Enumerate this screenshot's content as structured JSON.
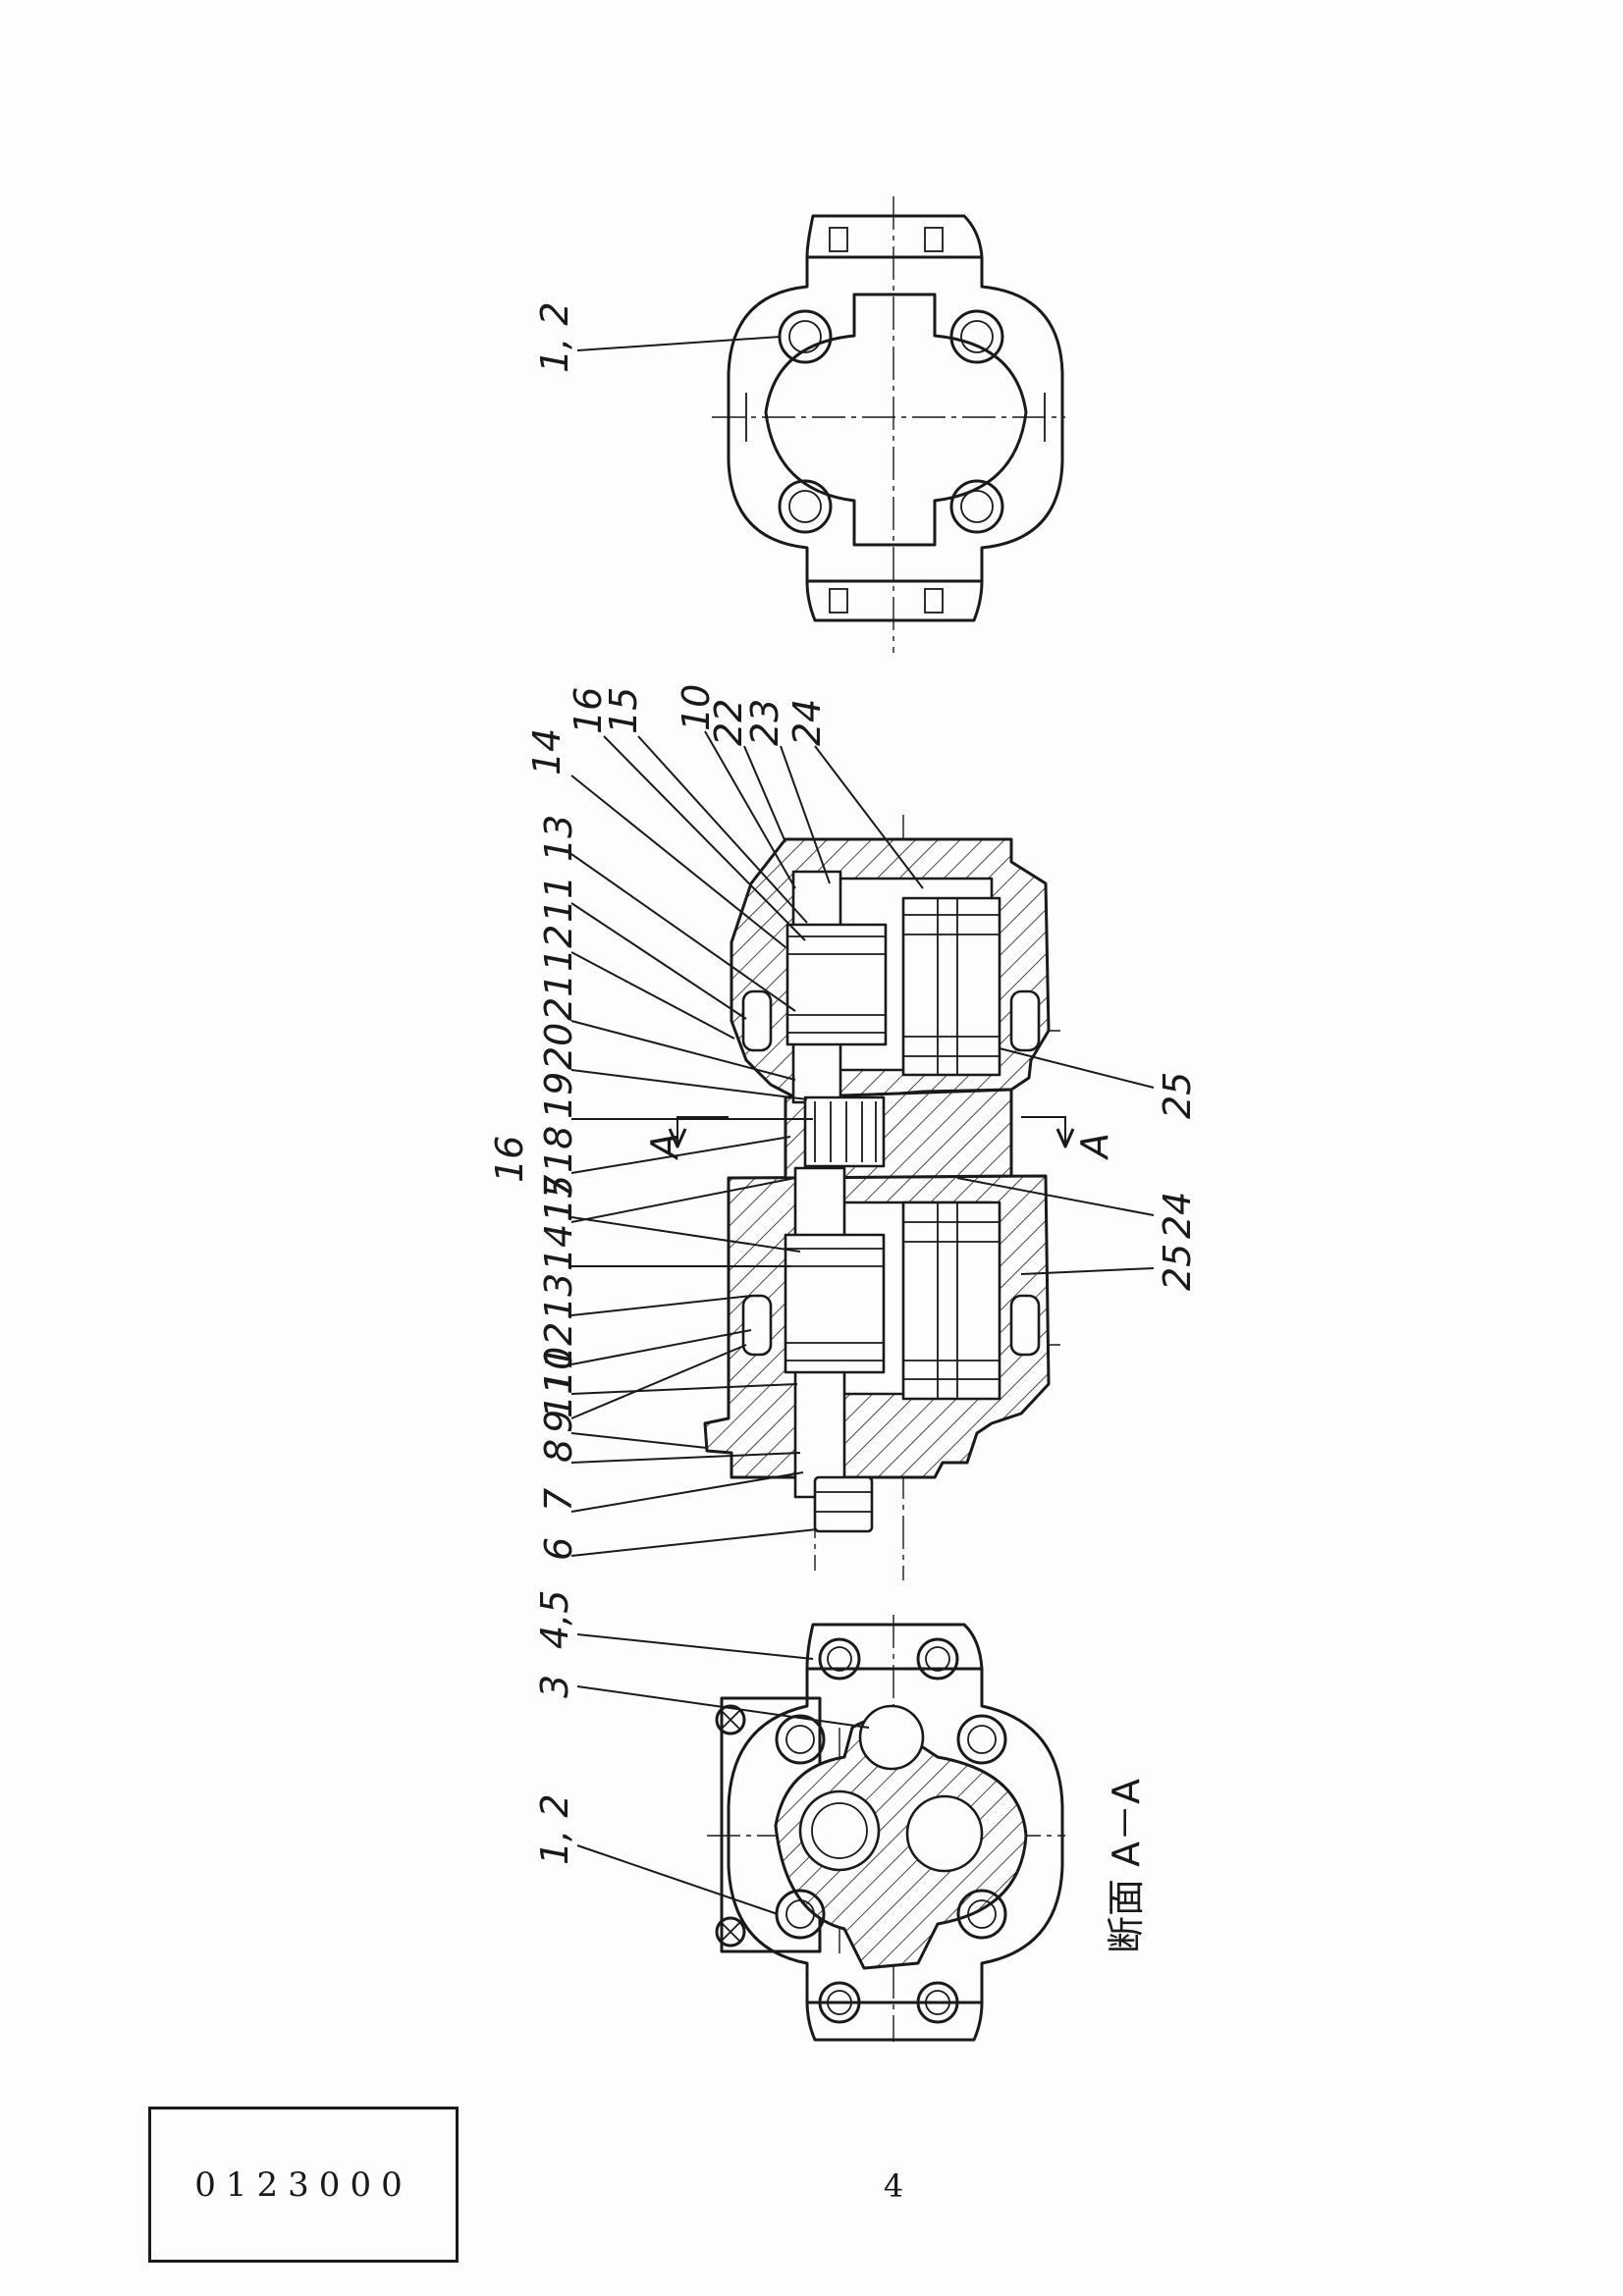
{
  "drawing": {
    "end_view_callout": "1, 2",
    "section_title": "断面 A－A",
    "section_marker_left": "A",
    "section_marker_right": "A",
    "section_callouts": [
      "1, 2",
      "3",
      "4,5"
    ],
    "top_callouts": [
      "14",
      "16",
      "15",
      "10",
      "22",
      "23",
      "24"
    ],
    "rear_pump_left_callouts": [
      "13",
      "11",
      "12",
      "21",
      "20",
      "19",
      "18",
      "17"
    ],
    "front_pump_left_callouts": [
      "16",
      "15",
      "14",
      "13",
      "12",
      "11",
      "10",
      "9",
      "8",
      "7",
      "6"
    ],
    "right_callouts": [
      "25",
      "24",
      "25"
    ]
  },
  "footer": {
    "document_code": "0123000",
    "page_number": "4"
  }
}
